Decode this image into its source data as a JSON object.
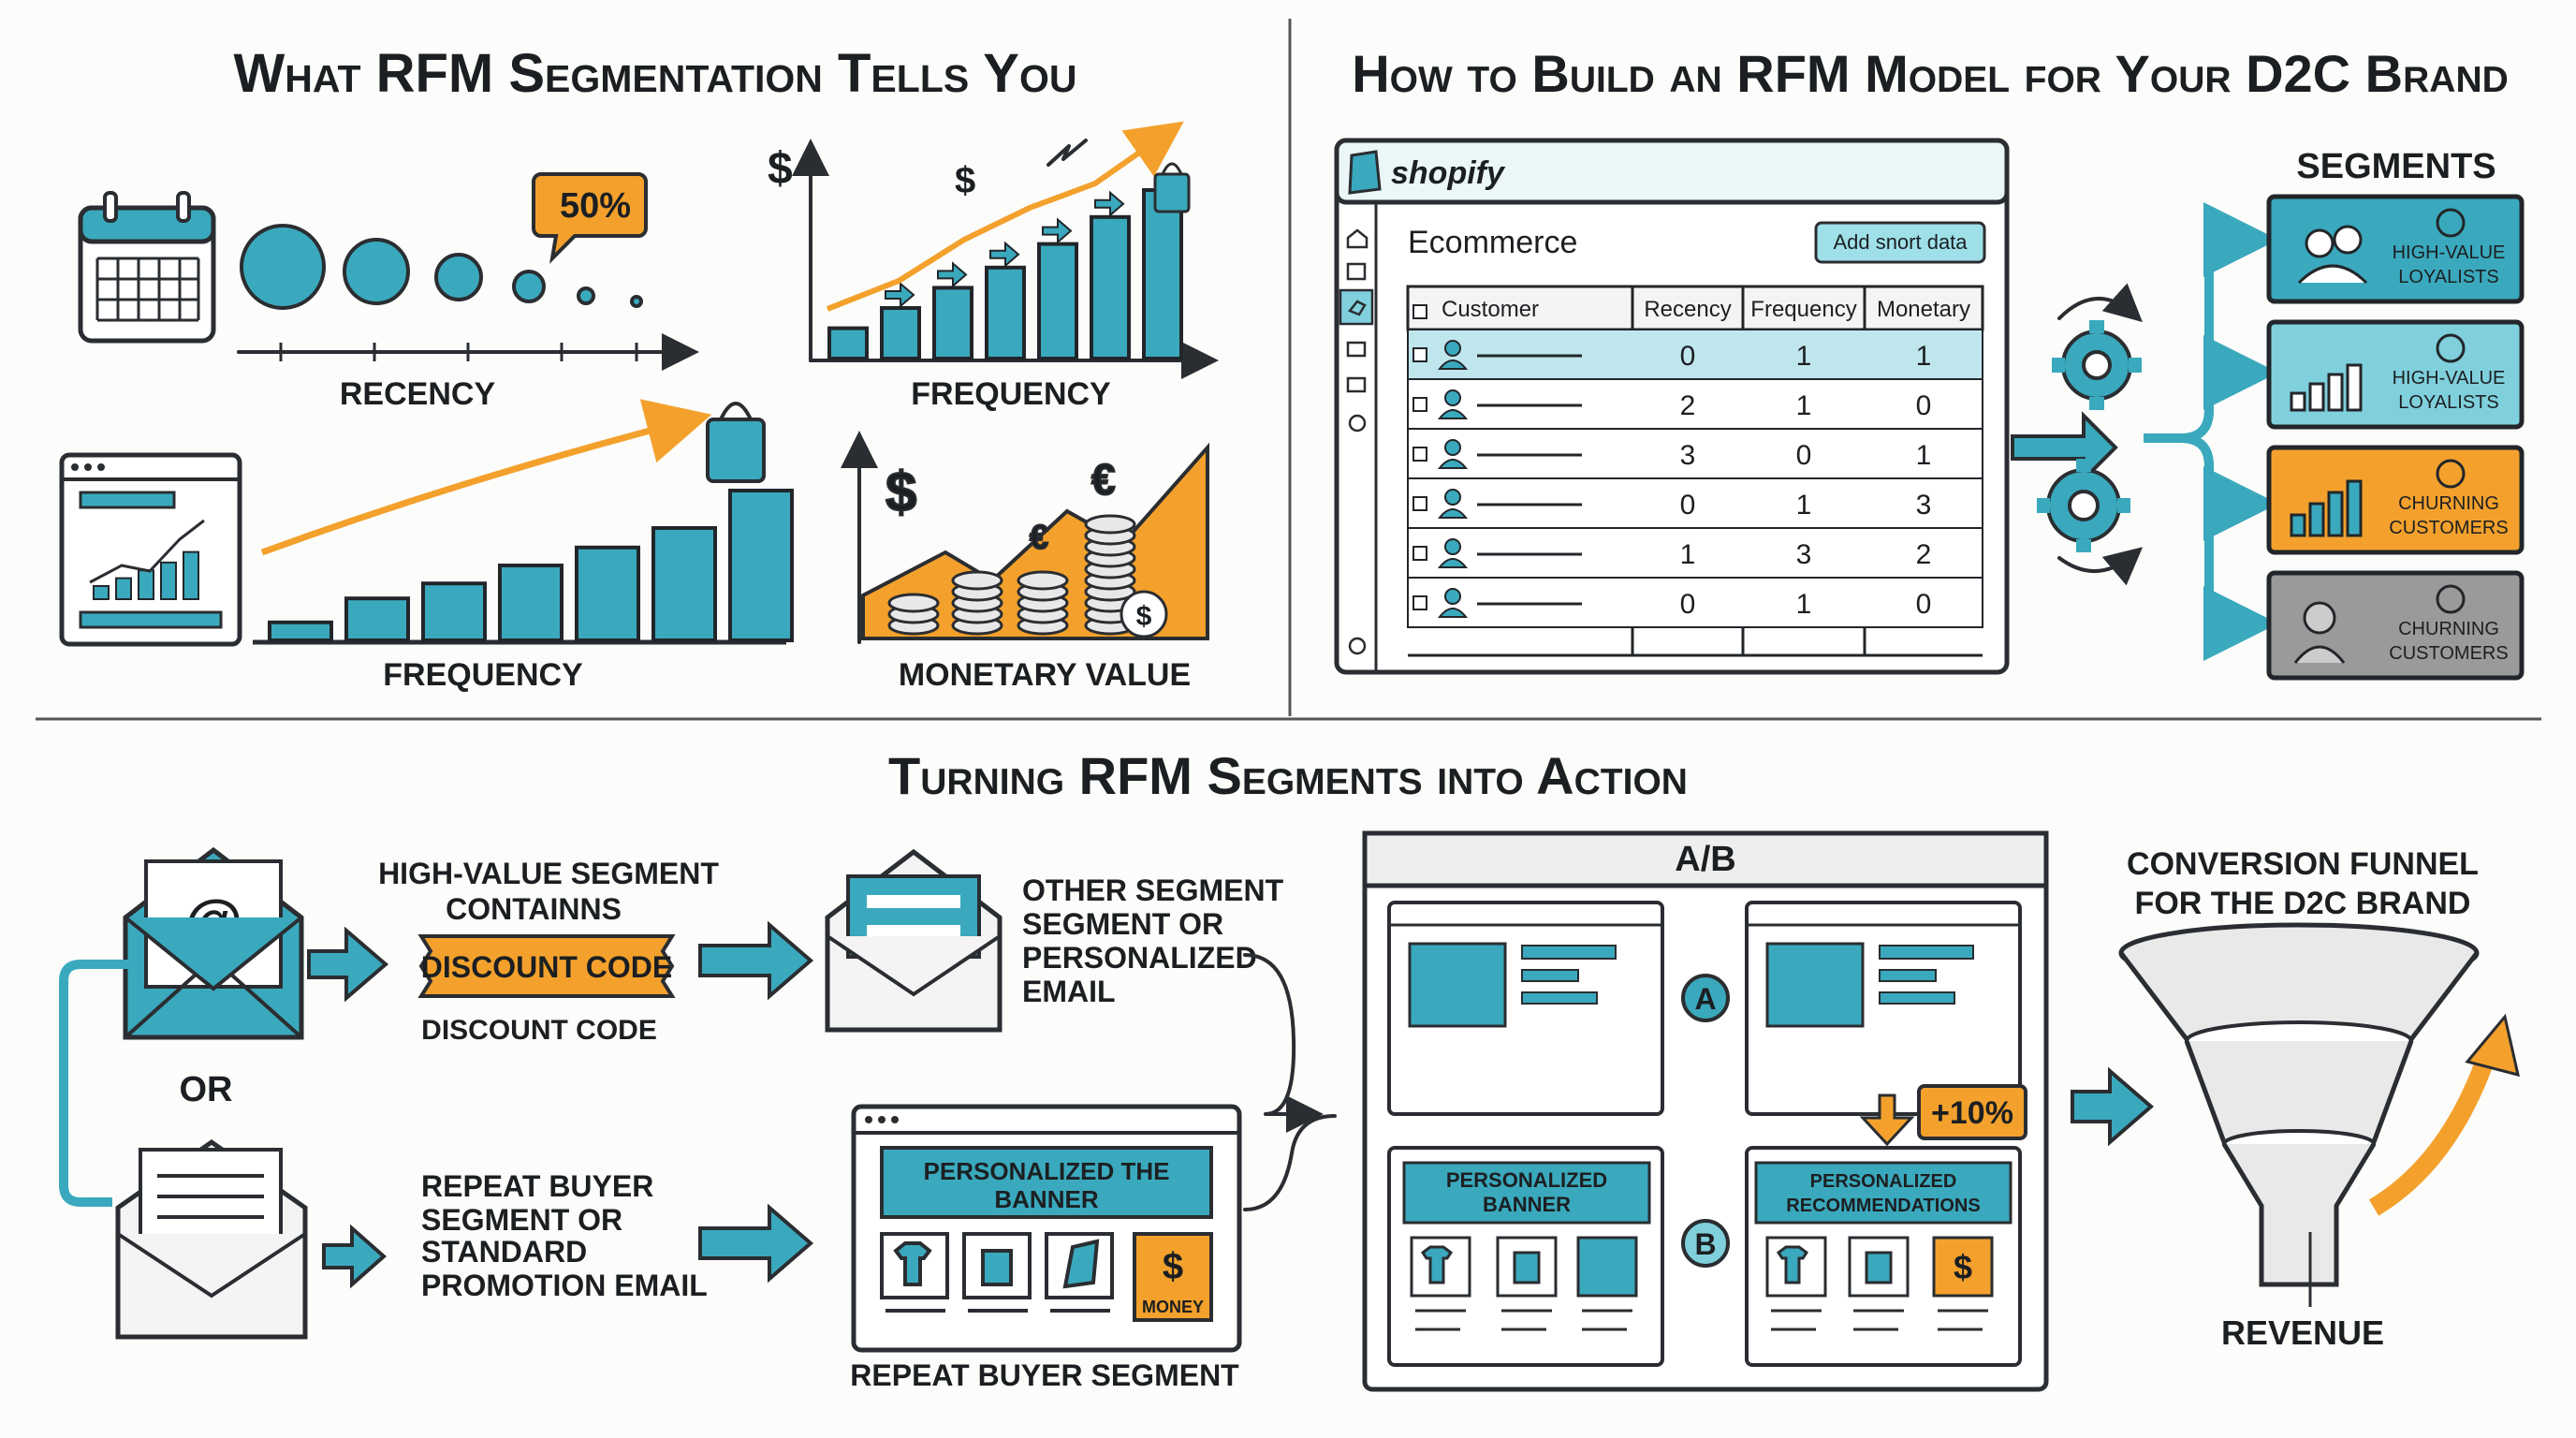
{
  "colors": {
    "teal": "#3aa9bd",
    "teal_light": "#7fd0dc",
    "orange": "#f3a12c",
    "gray": "#9a9a9a",
    "ink": "#22262a"
  },
  "sections": {
    "rfm_meaning": {
      "title": "What RFM Segmentation Tells You",
      "badge": "50%",
      "recency_label": "RECENCY",
      "frequency_label_top": "FREQUENCY",
      "frequency_label_bottom": "FREQUENCY",
      "monetary_label": "MONETARY VALUE",
      "frequency_bar_levels": [
        0.18,
        0.3,
        0.42,
        0.54,
        0.68,
        0.84,
        1.0
      ],
      "growth_bar_levels": [
        0.12,
        0.28,
        0.38,
        0.5,
        0.62,
        0.75,
        1.0
      ],
      "dashboard_bar_levels": [
        0.25,
        0.4,
        0.55,
        0.7,
        0.9
      ]
    },
    "rfm_build": {
      "title": "How to Build an RFM Model for Your D2C Brand",
      "shopify": "shopify",
      "store": "Ecommerce",
      "add_button": "Add snort data",
      "table": {
        "headers": [
          "Customer",
          "Recency",
          "Frequency",
          "Monetary"
        ],
        "rows": [
          [
            "0",
            "1",
            "1"
          ],
          [
            "2",
            "1",
            "0"
          ],
          [
            "3",
            "0",
            "1"
          ],
          [
            "0",
            "1",
            "3"
          ],
          [
            "1",
            "3",
            "2"
          ],
          [
            "0",
            "1",
            "0"
          ]
        ]
      },
      "segments_title": "SEGMENTS",
      "segments": [
        {
          "line1": "HIGH-VALUE",
          "line2": "LOYALISTS"
        },
        {
          "line1": "HIGH-VALUE",
          "line2": "LOYALISTS"
        },
        {
          "line1": "CHURNING",
          "line2": "CUSTOMERS"
        },
        {
          "line1": "CHURNING",
          "line2": "CUSTOMERS"
        }
      ]
    },
    "action": {
      "title": "Turning RFM Segments into Action",
      "high_value": {
        "line1": "HIGH-VALUE SEGMENT",
        "line2": "CONTAINNS"
      },
      "discount_tag": "DISCOUNT CODE",
      "discount_caption": "DISCOUNT CODE",
      "other": {
        "line1": "OTHER SEGMENT",
        "line2": "SEGMENT OR",
        "line3": "PERSONALIZED",
        "line4": "EMAIL"
      },
      "or_label": "OR",
      "repeat": {
        "line1": "REPEAT BUYER",
        "line2": "SEGMENT OR",
        "line3": "STANDARD",
        "line4": "PROMOTION EMAIL"
      },
      "banner": {
        "line1": "PERSONALIZED THE",
        "line2": "BANNER"
      },
      "money": "MONEY",
      "repeat_caption": "REPEAT BUYER SEGMENT",
      "ab": {
        "title": "A/B",
        "label_a": "A",
        "label_b": "B",
        "lift": "+10%",
        "banner_b": {
          "line1": "PERSONALIZED",
          "line2": "BANNER"
        },
        "reco_b": {
          "line1": "PERSONALIZED",
          "line2": "RECOMMENDATIONS"
        }
      },
      "funnel": {
        "line1": "CONVERSION FUNNEL",
        "line2": "FOR THE D2C BRAND",
        "revenue": "REVENUE"
      }
    }
  }
}
